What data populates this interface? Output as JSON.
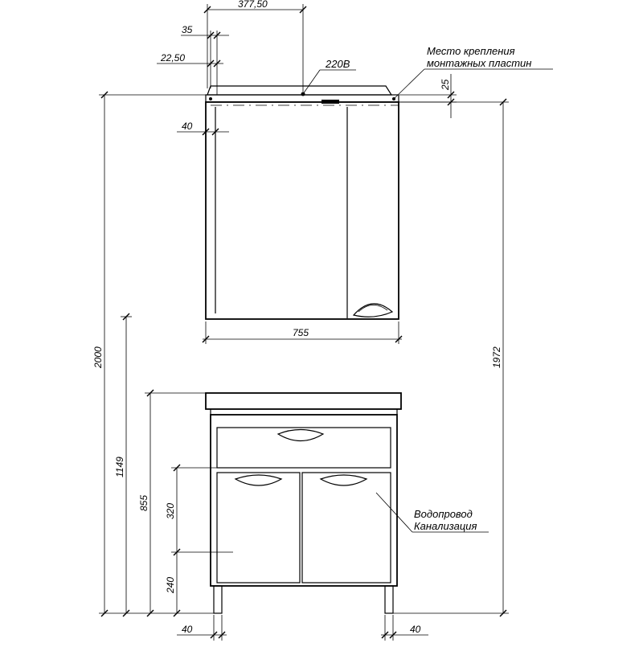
{
  "labels": {
    "dim_top_half": "377,50",
    "dim_35": "35",
    "dim_22_50": "22,50",
    "power": "220В",
    "mount_plates_line1": "Место крепления",
    "mount_plates_line2": "монтажных пластин",
    "dim_25": "25",
    "dim_40_cabinet": "40",
    "dim_755": "755",
    "dim_2000": "2000",
    "dim_1972": "1972",
    "dim_1149": "1149",
    "dim_855": "855",
    "dim_320": "320",
    "dim_240": "240",
    "water_line1": "Водопровод",
    "water_line2": "Канализация",
    "dim_40_left": "40",
    "dim_40_right": "40"
  },
  "colors": {
    "line": "#000000",
    "background": "#ffffff",
    "mesh": "#555555"
  }
}
